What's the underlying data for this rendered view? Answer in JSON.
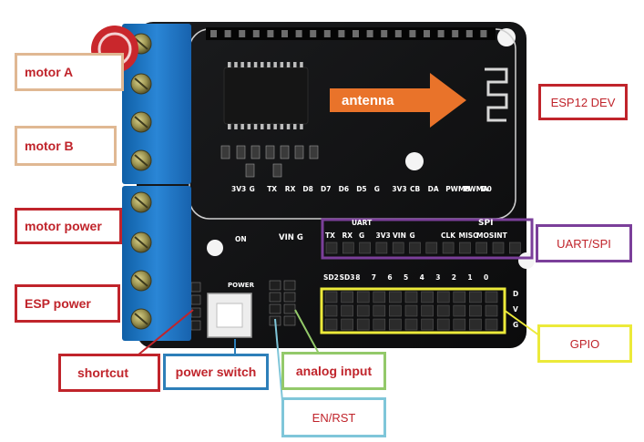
{
  "callouts": {
    "motor_a": "motor A",
    "motor_b": "motor B",
    "motor_power": "motor power",
    "esp_power": "ESP power",
    "esp12_dev": "ESP12 DEV",
    "uart_spi": "UART/SPI",
    "gpio": "GPIO",
    "shortcut": "shortcut",
    "power_switch": "power switch",
    "analog_input": "analog input",
    "en_rst": "EN/RST"
  },
  "board": {
    "antenna": "antenna",
    "top_pins": [
      "3V3",
      "G",
      "TX",
      "RX",
      "D8",
      "D7",
      "D6",
      "D5",
      "G",
      "3V3",
      "CB",
      "DA",
      "PWMB",
      "PWMA",
      "D0"
    ],
    "uart_title": "UART",
    "spi_title": "SPI",
    "uart_pins": [
      "TX",
      "RX",
      "G",
      "3V3",
      "VIN",
      "G"
    ],
    "spi_pins": [
      "CLK",
      "MISO",
      "MOSI",
      "INT"
    ],
    "gpio_pins": [
      "SD2",
      "SD3",
      "8",
      "7",
      "6",
      "5",
      "4",
      "3",
      "2",
      "1",
      "0"
    ],
    "on_label": "ON",
    "vin_g": "VIN  G",
    "power_label": "POWER",
    "side_letters": [
      "D",
      "V",
      "G"
    ]
  },
  "colors": {
    "red": "#c0242b",
    "tan": "#e0b893",
    "purple": "#7b3f9a",
    "yellow": "#ecea3a",
    "blue": "#2d7fb9",
    "green": "#93c96a",
    "cyan": "#7fc6d9",
    "pcb": "#121314",
    "terminal_blue": "#1c76c6",
    "antenna_orange": "#e9732a"
  }
}
